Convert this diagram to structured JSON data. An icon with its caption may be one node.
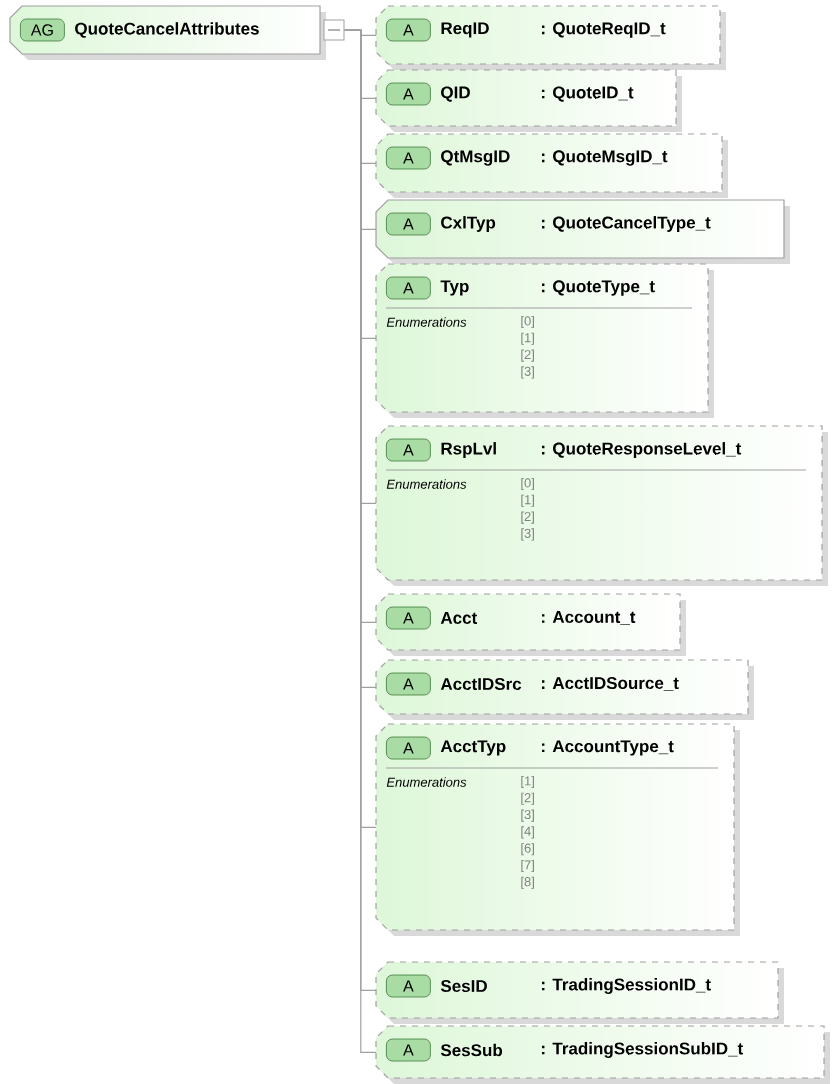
{
  "diagram": {
    "nodes": [
      {
        "text": [
          "AG",
          "QuoteCancelAttributes"
        ]
      },
      {
        "text": [
          "A",
          "ReqID",
          ": QuoteReqID_t"
        ]
      },
      {
        "text": [
          "A",
          "QID",
          ": QuoteID_t"
        ]
      },
      {
        "text": [
          "A",
          "QtMsgID",
          ": QuoteMsgID_t"
        ]
      },
      {
        "text": [
          "A",
          "CxlTyp",
          ": QuoteCancelType_t"
        ]
      },
      {
        "text": [
          "A",
          "Typ",
          ": QuoteType_t",
          "Enumerations",
          "[0]",
          "[1]",
          "[2]",
          "[3]"
        ]
      },
      {
        "text": [
          "A",
          "RspLvl",
          ": QuoteResponseLevel_t",
          "Enumerations",
          "[0]",
          "[1]",
          "[2]",
          "[3]"
        ]
      },
      {
        "text": [
          "A",
          "Acct",
          ": Account_t"
        ]
      },
      {
        "text": [
          "A",
          "AcctIDSrc",
          ": AcctIDSource_t"
        ]
      },
      {
        "text": [
          "A",
          "AcctTyp",
          ": AccountType_t",
          "Enumerations",
          "[1]",
          "[2]",
          "[3]",
          "[4]",
          "[6]",
          "[7]",
          "[8]"
        ]
      },
      {
        "text": [
          "A",
          "SesID",
          ": TradingSessionID_t"
        ]
      },
      {
        "text": [
          "A",
          "SesSub",
          ": TradingSessionSubID_t"
        ]
      }
    ],
    "edges": [
      {
        "from": 0,
        "to": 1,
        "arrow": "none"
      },
      {
        "from": 0,
        "to": 2,
        "arrow": "none"
      },
      {
        "from": 0,
        "to": 3,
        "arrow": "none"
      },
      {
        "from": 0,
        "to": 4,
        "arrow": "none"
      },
      {
        "from": 0,
        "to": 5,
        "arrow": "none"
      },
      {
        "from": 0,
        "to": 6,
        "arrow": "none"
      },
      {
        "from": 0,
        "to": 7,
        "arrow": "none"
      },
      {
        "from": 0,
        "to": 8,
        "arrow": "none"
      },
      {
        "from": 0,
        "to": 9,
        "arrow": "none"
      },
      {
        "from": 0,
        "to": 10,
        "arrow": "none"
      },
      {
        "from": 0,
        "to": 11,
        "arrow": "none"
      }
    ]
  }
}
